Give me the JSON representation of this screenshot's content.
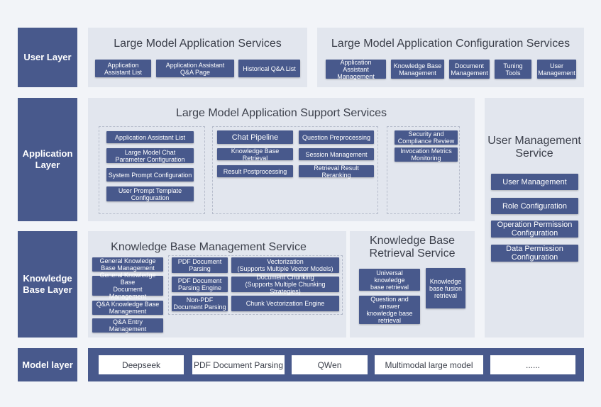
{
  "layers": {
    "user": "User Layer",
    "application": "Application\nLayer",
    "knowledge": "Knowledge\nBase Layer",
    "model": "Model layer"
  },
  "user_layer": {
    "app_services": {
      "title": "Large Model Application Services",
      "items": [
        "Application\nAssistant List",
        "Application Assistant\nQ&A Page",
        "Historical Q&A List"
      ]
    },
    "config_services": {
      "title": "Large Model Application Configuration Services",
      "items": [
        "Application Assistant\nManagement",
        "Knowledge Base\nManagement",
        "Document\nManagement",
        "Tuning Tools",
        "User\nManagement"
      ]
    }
  },
  "application_layer": {
    "support_services": {
      "title": "Large Model Application Support Services",
      "group1": [
        "Application Assistant List",
        "Large Model Chat\nParameter Configuration",
        "System Prompt Configuration",
        "User Prompt Template\nConfiguration"
      ],
      "group2_left": [
        "Chat Pipeline",
        "Knowledge Base Retrieval",
        "Result Postprocessing"
      ],
      "group2_right": [
        "Question Preprocessing",
        "Session Management",
        "Retrieval Result Reranking"
      ],
      "group3": [
        "Security and\nCompliance Review",
        "Invocation Metrics\nMonitoring"
      ]
    }
  },
  "user_management": {
    "title": "User Management\nService",
    "items": [
      "User Management",
      "Role Configuration",
      "Operation Permission\nConfiguration",
      "Data Permission\nConfiguration"
    ]
  },
  "knowledge_layer": {
    "management": {
      "title": "Knowledge Base Management Service",
      "col1": [
        "General Knowledge\nBase Management",
        "General Knowledge Base\nDocument Management",
        "Q&A Knowledge Base\nManagement",
        "Q&A Entry\nManagement"
      ],
      "col2": [
        "PDF Document\nParsing",
        "PDF Document\nParsing Engine",
        "Non-PDF\nDocument Parsing"
      ],
      "col3": [
        "Vectorization\n(Supports Multiple Vector Models)",
        "Document Chunking\n(Supports Multiple Chunking Strategies)",
        "Chunk Vectorization Engine"
      ]
    },
    "retrieval": {
      "title": "Knowledge Base\nRetrieval Service",
      "items": [
        "Universal knowledge\nbase retrieval",
        "Question and answer\nknowledge base\nretrieval",
        "Knowledge\nbase fusion\nretrieval"
      ]
    }
  },
  "model_layer": {
    "items": [
      "Deepseek",
      "PDF Document Parsing",
      "QWen",
      "Multimodal large model",
      "......"
    ]
  }
}
